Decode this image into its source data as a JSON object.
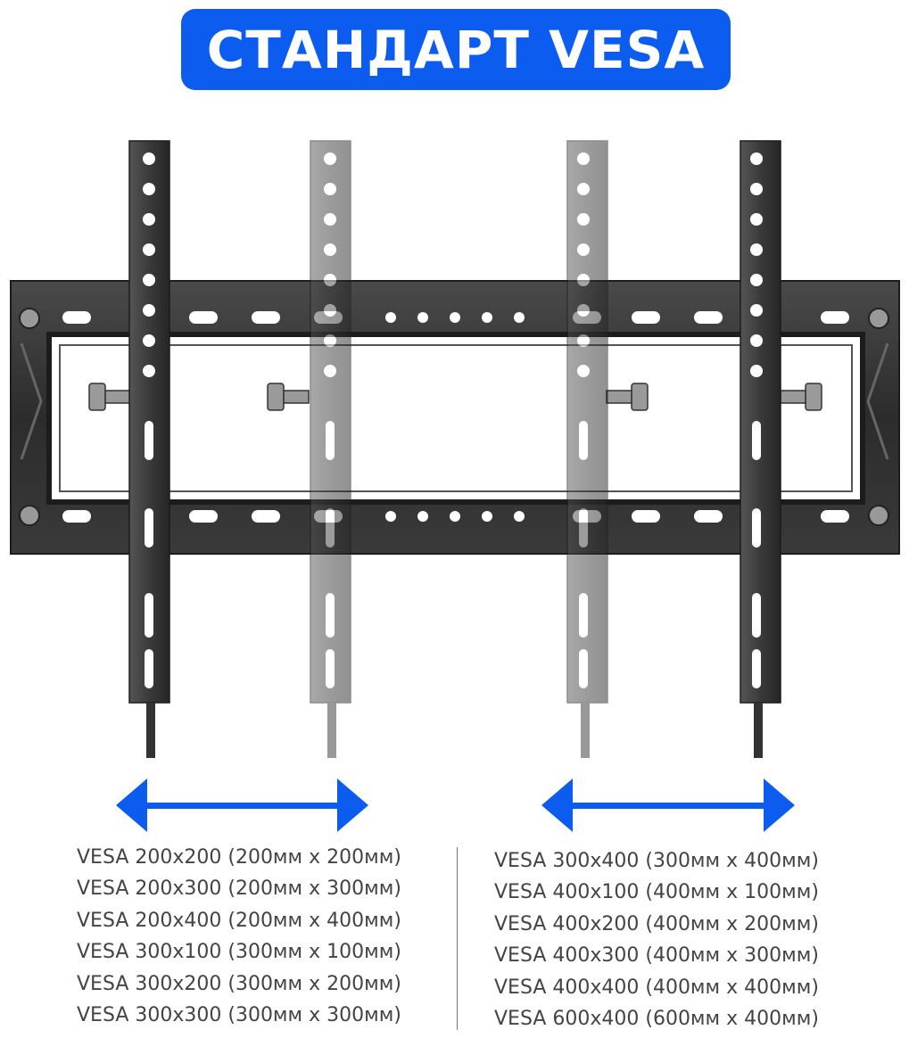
{
  "header": {
    "title": "СТАНДАРТ VESA"
  },
  "colors": {
    "accent": "#0c5cf0",
    "arrow": "#0c5cf0",
    "metal": "#2e2e2e",
    "text": "#444444"
  },
  "illustration": {
    "subject": "tv-wall-mount-bracket"
  },
  "specs": {
    "left": [
      "VESA 200x200 (200мм x 200мм)",
      "VESA 200x300 (200мм x 300мм)",
      "VESA 200x400 (200мм x 400мм)",
      "VESA 300x100 (300мм x 100мм)",
      "VESA 300x200 (300мм x 200мм)",
      "VESA 300x300 (300мм x 300мм)"
    ],
    "right": [
      "VESA 300x400 (300мм x 400мм)",
      "VESA 400x100 (400мм x 100мм)",
      "VESA 400x200 (400мм x 200мм)",
      "VESA 400x300 (400мм x 300мм)",
      "VESA 400x400 (400мм x 400мм)",
      "VESA 600x400 (600мм x 400мм)"
    ]
  }
}
